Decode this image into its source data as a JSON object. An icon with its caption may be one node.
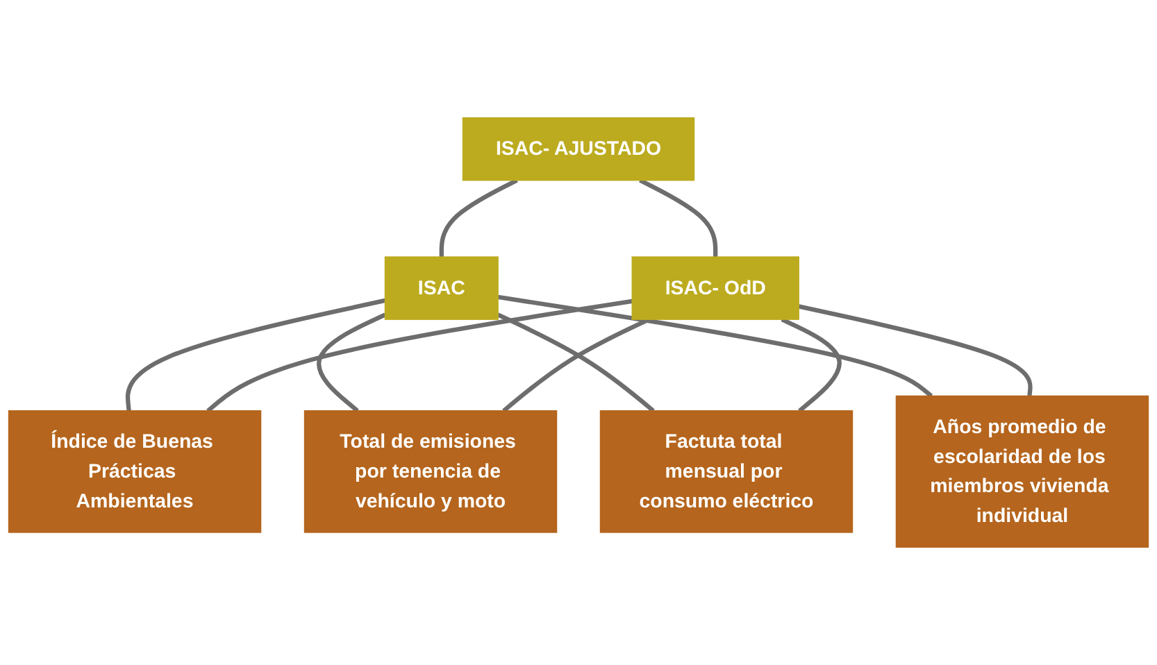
{
  "diagram": {
    "nodes": [
      {
        "text": [
          "ISAC- AJUSTADO"
        ]
      },
      {
        "text": [
          "ISAC"
        ]
      },
      {
        "text": [
          "ISAC- OdD"
        ]
      },
      {
        "text": [
          "Índice de Buenas Prácticas Ambientales"
        ]
      },
      {
        "text": [
          "Total de emisiones por tenencia de vehículo y moto"
        ]
      },
      {
        "text": [
          "Factuta total mensual por consumo eléctrico"
        ]
      },
      {
        "text": [
          "Años promedio de escolaridad de los miembros vivienda individual"
        ]
      }
    ],
    "edges": [
      {
        "from": 0,
        "to": 1,
        "arrow": "none"
      },
      {
        "from": 0,
        "to": 2,
        "arrow": "none"
      },
      {
        "from": 1,
        "to": 3,
        "arrow": "none"
      },
      {
        "from": 1,
        "to": 4,
        "arrow": "none"
      },
      {
        "from": 1,
        "to": 5,
        "arrow": "none"
      },
      {
        "from": 1,
        "to": 6,
        "arrow": "none"
      },
      {
        "from": 2,
        "to": 3,
        "arrow": "none"
      },
      {
        "from": 2,
        "to": 4,
        "arrow": "none"
      },
      {
        "from": 2,
        "to": 5,
        "arrow": "none"
      },
      {
        "from": 2,
        "to": 6,
        "arrow": "none"
      }
    ]
  }
}
